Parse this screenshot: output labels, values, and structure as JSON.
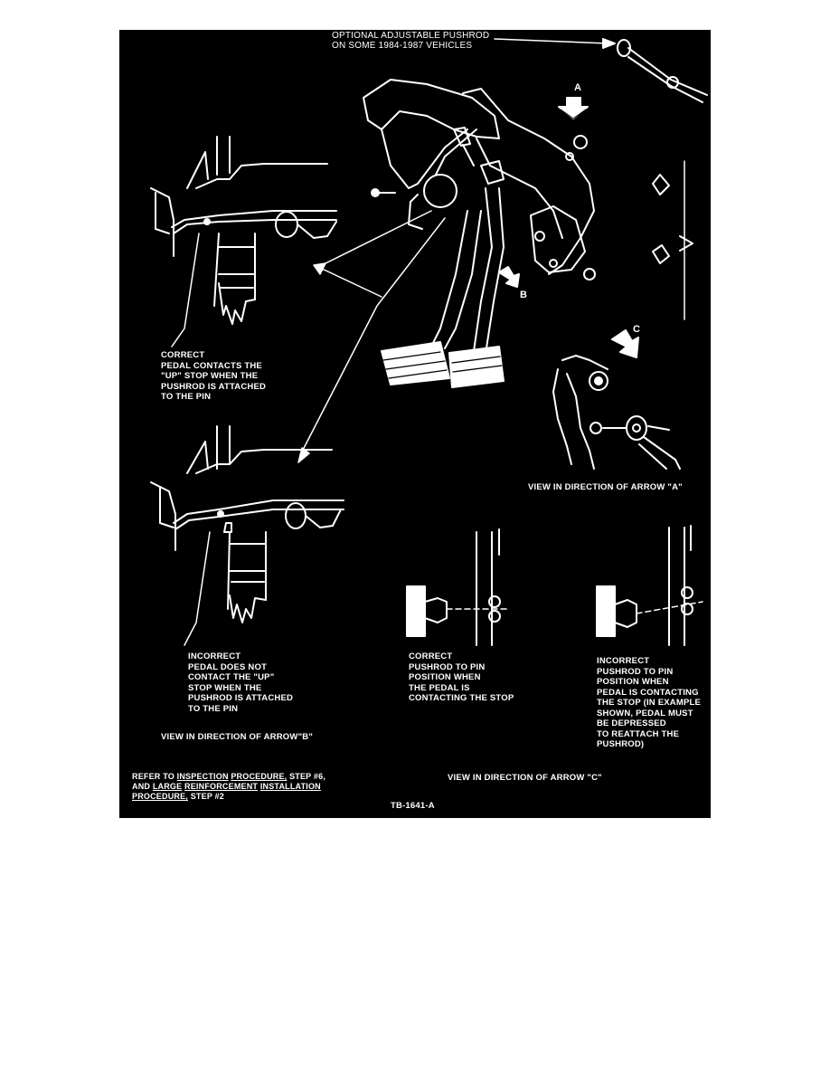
{
  "callouts": {
    "optional_pushrod": [
      "OPTIONAL ADJUSTABLE PUSHROD",
      "ON SOME  1984-1987 VEHICLES"
    ],
    "arrow_a": "A",
    "arrow_b": "B",
    "arrow_c": "C",
    "correct_b": [
      "CORRECT",
      "PEDAL CONTACTS THE",
      "\"UP\" STOP WHEN THE",
      "PUSHROD IS ATTACHED",
      "TO THE PIN"
    ],
    "incorrect_b": [
      "INCORRECT",
      "PEDAL DOES NOT",
      "CONTACT THE \"UP\"",
      "STOP WHEN THE",
      "PUSHROD IS ATTACHED",
      "TO THE PIN"
    ],
    "view_b": "VIEW IN DIRECTION OF ARROW\"B\"",
    "view_a": "VIEW IN DIRECTION OF ARROW \"A\"",
    "correct_c": [
      "CORRECT",
      "PUSHROD TO PIN",
      "POSITION WHEN",
      "THE PEDAL IS",
      "CONTACTING THE STOP"
    ],
    "incorrect_c": [
      "INCORRECT",
      "PUSHROD TO PIN",
      "POSITION WHEN",
      "PEDAL IS CONTACTING",
      "THE STOP (IN EXAMPLE",
      "SHOWN, PEDAL MUST",
      "BE DEPRESSED",
      "TO REATTACH THE",
      "PUSHROD)"
    ],
    "view_c": "VIEW IN DIRECTION OF ARROW \"C\"",
    "figure_id": "TB-1641-A"
  },
  "reference_note": {
    "l1_prefix": "REFER TO ",
    "l1_link1": "INSPECTION",
    "l1_space": " ",
    "l1_link2": "PROCEDURE,",
    "l1_suffix": " STEP #6,",
    "l2_prefix": "AND ",
    "l2_link1": "LARGE",
    "l2_space1": " ",
    "l2_link2": "REINFORCEMENT",
    "l2_space2": " ",
    "l2_link3": "INSTALLATION",
    "l3_link1": "PROCEDURE,",
    "l3_suffix": " STEP #2"
  },
  "colors": {
    "background": "#000000",
    "ink": "#ffffff",
    "page": "#ffffff"
  }
}
